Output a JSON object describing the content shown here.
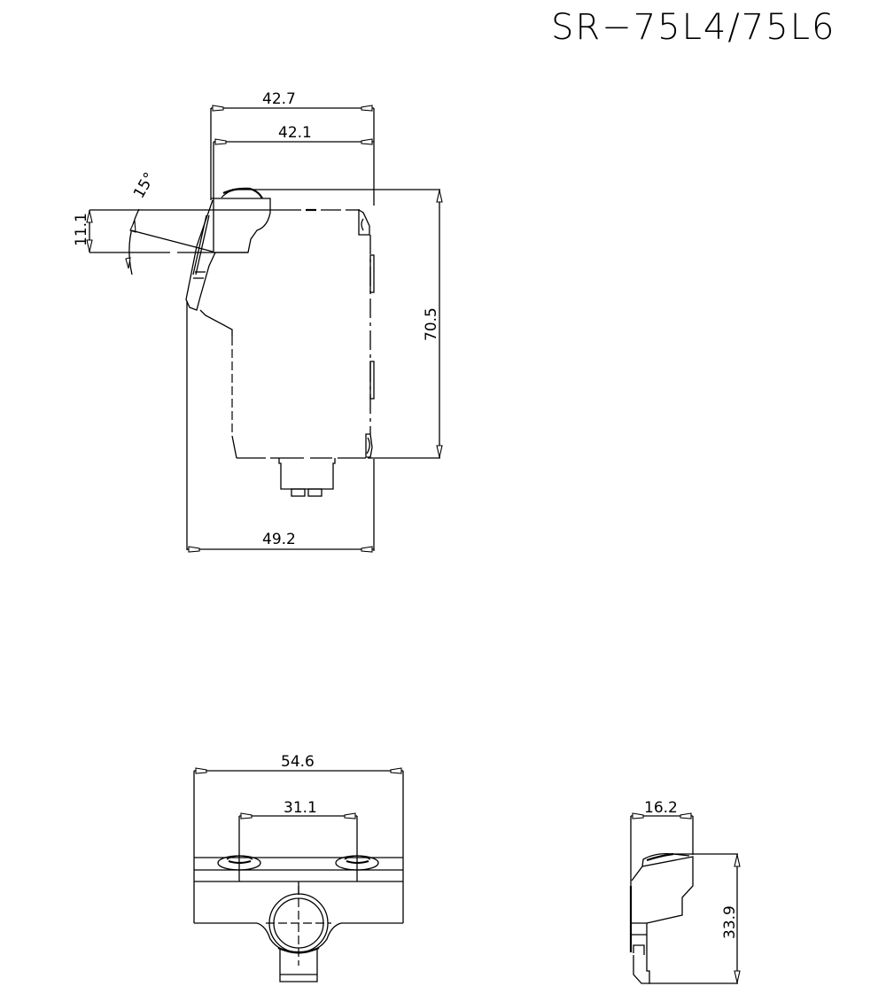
{
  "title": "SR−75L4/75L6",
  "side_view": {
    "dim_top_outer": "42.7",
    "dim_top_inner": "42.1",
    "dim_height": "70.5",
    "dim_bottom_width": "49.2",
    "dim_lever_height": "11.1",
    "dim_angle": "15°"
  },
  "front_view": {
    "dim_overall_width": "54.6",
    "dim_button_spacing": "31.1"
  },
  "end_view": {
    "dim_width": "16.2",
    "dim_height": "33.9"
  }
}
